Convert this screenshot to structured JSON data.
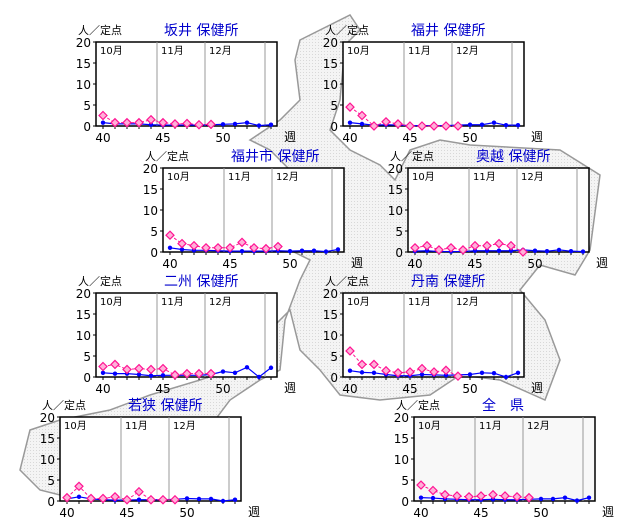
{
  "common": {
    "unit_label": "人／定点",
    "week_label": "週",
    "months": [
      "10月",
      "11月",
      "12月"
    ],
    "y_ticks": [
      0,
      5,
      10,
      15,
      20
    ],
    "x_ticks": [
      40,
      45,
      50
    ],
    "colors": {
      "previous": "#ff1493",
      "current": "#0000ff",
      "title": "#0000cc"
    }
  },
  "chart_data": [
    {
      "type": "line",
      "title": "坂井 保健所",
      "x_weeks": [
        40,
        41,
        42,
        43,
        44,
        45,
        46,
        47,
        48,
        49,
        50,
        51,
        52,
        53,
        54
      ],
      "ylim": [
        0,
        20
      ],
      "series": [
        {
          "name": "pink",
          "values": [
            2.5,
            0.8,
            0.8,
            0.8,
            1.5,
            0.8,
            0.5,
            0.6,
            0.3,
            0.4
          ]
        },
        {
          "name": "blue",
          "values": [
            0.8,
            0.5,
            0.5,
            0.5,
            0.3,
            0.2,
            0.2,
            0.2,
            0.2,
            0.3,
            0.4,
            0.5,
            0.8,
            0.1,
            0.3
          ]
        }
      ]
    },
    {
      "type": "line",
      "title": "福井 保健所",
      "x_weeks": [
        40,
        41,
        42,
        43,
        44,
        45,
        46,
        47,
        48,
        49,
        50,
        51,
        52,
        53,
        54
      ],
      "ylim": [
        0,
        20
      ],
      "series": [
        {
          "name": "pink",
          "values": [
            4.5,
            2.5,
            0,
            1,
            0.5,
            0,
            0,
            0,
            0,
            0
          ]
        },
        {
          "name": "blue",
          "values": [
            0.8,
            0.5,
            0.2,
            0.3,
            0.2,
            0.1,
            0.1,
            0.1,
            0.1,
            0.2,
            0.3,
            0.3,
            0.8,
            0.2,
            0.2
          ]
        }
      ]
    },
    {
      "type": "line",
      "title": "福井市 保健所",
      "x_weeks": [
        40,
        41,
        42,
        43,
        44,
        45,
        46,
        47,
        48,
        49,
        50,
        51,
        52,
        53,
        54
      ],
      "ylim": [
        0,
        20
      ],
      "series": [
        {
          "name": "pink",
          "values": [
            4,
            2,
            1.5,
            1,
            1,
            1,
            2.3,
            1,
            0.8,
            1.3
          ]
        },
        {
          "name": "blue",
          "values": [
            1,
            0.6,
            0.4,
            0.4,
            0.3,
            0.2,
            0.2,
            0.2,
            0.2,
            0.3,
            0.2,
            0.3,
            0.3,
            0.1,
            0.6
          ]
        }
      ]
    },
    {
      "type": "line",
      "title": "奥越 保健所",
      "x_weeks": [
        40,
        41,
        42,
        43,
        44,
        45,
        46,
        47,
        48,
        49,
        50,
        51,
        52,
        53,
        54
      ],
      "ylim": [
        0,
        20
      ],
      "series": [
        {
          "name": "pink",
          "values": [
            1,
            1.5,
            0.5,
            1,
            0.5,
            1.5,
            1.5,
            2,
            1.5,
            0
          ]
        },
        {
          "name": "blue",
          "values": [
            0.2,
            0.3,
            0.1,
            0.1,
            0.1,
            0.3,
            0.3,
            0.3,
            0.3,
            0.5,
            0.3,
            0.2,
            0.5,
            0.2,
            0.1
          ]
        }
      ]
    },
    {
      "type": "line",
      "title": "二州 保健所",
      "x_weeks": [
        40,
        41,
        42,
        43,
        44,
        45,
        46,
        47,
        48,
        49,
        50,
        51,
        52,
        53,
        54
      ],
      "ylim": [
        0,
        20
      ],
      "series": [
        {
          "name": "pink",
          "values": [
            2.5,
            3,
            1.8,
            2,
            1.8,
            2,
            0.5,
            0.8,
            0.8,
            0.8
          ]
        },
        {
          "name": "blue",
          "values": [
            1,
            0.8,
            0.8,
            0.6,
            0.3,
            0.4,
            0.4,
            0.4,
            0.4,
            0.6,
            1.3,
            1,
            2.3,
            0,
            2.2
          ]
        }
      ]
    },
    {
      "type": "line",
      "title": "丹南 保健所",
      "x_weeks": [
        40,
        41,
        42,
        43,
        44,
        45,
        46,
        47,
        48,
        49,
        50,
        51,
        52,
        53,
        54
      ],
      "ylim": [
        0,
        20
      ],
      "series": [
        {
          "name": "pink",
          "values": [
            6.2,
            3,
            3,
            1.5,
            1,
            1.2,
            2,
            1.2,
            1.6,
            0.2
          ]
        },
        {
          "name": "blue",
          "values": [
            1.5,
            1.1,
            1,
            0.6,
            0.3,
            0.3,
            0.6,
            0.5,
            0.4,
            0.5,
            0.6,
            1,
            0.9,
            0,
            1
          ]
        }
      ]
    },
    {
      "type": "line",
      "title": "若狭 保健所",
      "x_weeks": [
        40,
        41,
        42,
        43,
        44,
        45,
        46,
        47,
        48,
        49,
        50,
        51,
        52,
        53,
        54
      ],
      "ylim": [
        0,
        20
      ],
      "series": [
        {
          "name": "pink",
          "values": [
            0.8,
            3.5,
            0.6,
            0.6,
            1,
            0.3,
            2.2,
            0.3,
            0.3,
            0.3
          ]
        },
        {
          "name": "blue",
          "values": [
            0.5,
            1,
            0.5,
            0.3,
            0.2,
            0.2,
            0.3,
            0.3,
            0.3,
            0.4,
            0.6,
            0.5,
            0.5,
            0,
            0.3
          ]
        }
      ]
    },
    {
      "type": "line",
      "title": "全　県",
      "x_weeks": [
        40,
        41,
        42,
        43,
        44,
        45,
        46,
        47,
        48,
        49,
        50,
        51,
        52,
        53,
        54
      ],
      "ylim": [
        0,
        20
      ],
      "series": [
        {
          "name": "pink",
          "values": [
            3.8,
            2.5,
            1.5,
            1.2,
            1,
            1.2,
            1.5,
            1.2,
            1,
            0.8
          ]
        },
        {
          "name": "blue",
          "values": [
            0.8,
            0.7,
            0.5,
            0.4,
            0.3,
            0.3,
            0.4,
            0.3,
            0.3,
            0.4,
            0.5,
            0.5,
            0.8,
            0.1,
            0.8
          ]
        }
      ]
    }
  ]
}
